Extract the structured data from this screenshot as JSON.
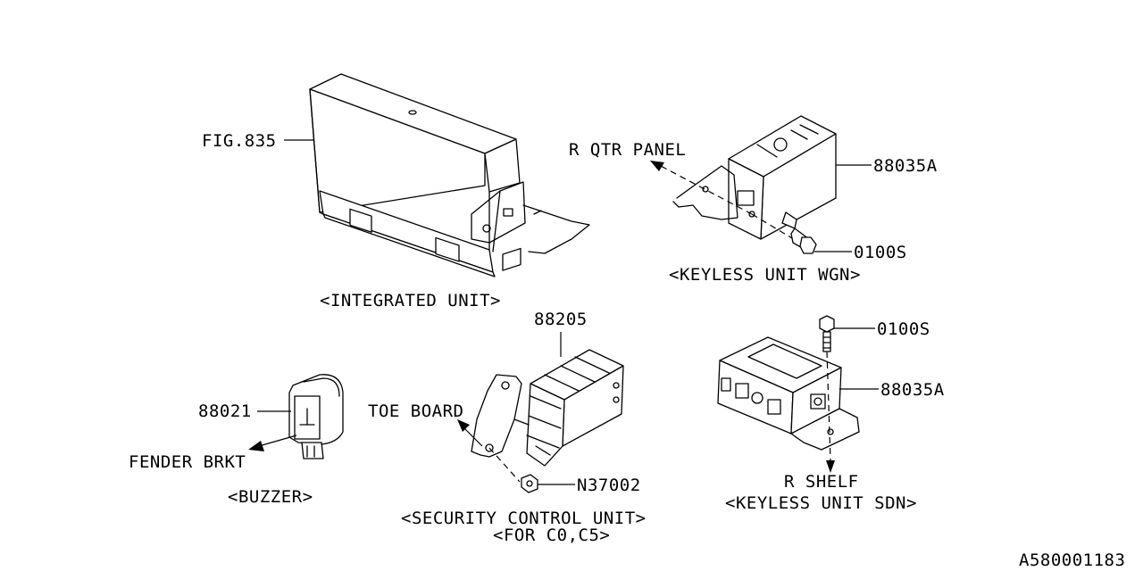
{
  "labels": {
    "fig_ref": "FIG.835",
    "integrated_unit": "<INTEGRATED UNIT>",
    "r_qtr_panel": "R QTR PANEL",
    "keyless_wgn_part": "88035A",
    "keyless_wgn_bolt": "0100S",
    "keyless_unit_wgn": "<KEYLESS UNIT WGN>",
    "security_part": "88205",
    "toe_board": "TOE BOARD",
    "security_nut": "N37002",
    "security_control_unit": "<SECURITY CONTROL UNIT>",
    "security_variant": "<FOR C0,C5>",
    "buzzer_part": "88021",
    "fender_brkt": "FENDER BRKT",
    "buzzer": "<BUZZER>",
    "keyless_sdn_bolt": "0100S",
    "keyless_sdn_part": "88035A",
    "r_shelf": "R SHELF",
    "keyless_unit_sdn": "<KEYLESS UNIT SDN>",
    "diagram_code": "A580001183"
  }
}
